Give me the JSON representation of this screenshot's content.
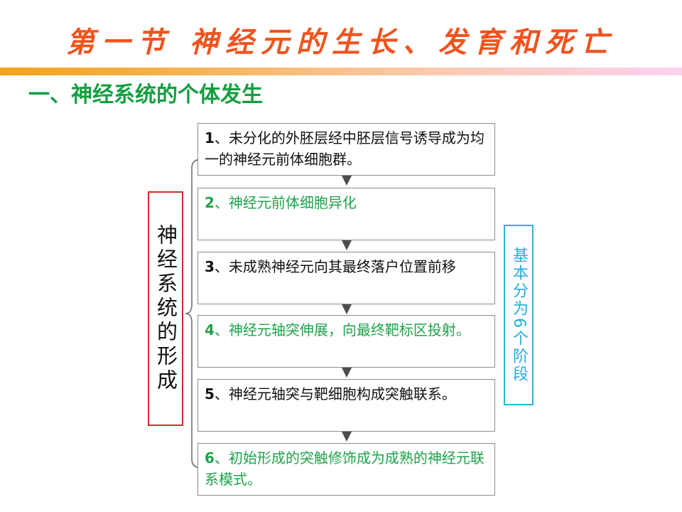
{
  "slide": {
    "title": "第一节  神经元的生长、发育和死亡",
    "section_heading": "一、神经系统的个体发生"
  },
  "diagram": {
    "left_label": "神经系统的形成",
    "right_label": "基本分为6个阶段",
    "steps": [
      {
        "num": "1",
        "text": "、未分化的外胚层经中胚层信号诱导成为均一的神经元前体细胞群。",
        "highlight": false
      },
      {
        "num": "2",
        "text": "、神经元前体细胞异化",
        "highlight": true
      },
      {
        "num": "3",
        "text": "、未成熟神经元向其最终落户位置前移",
        "highlight": false
      },
      {
        "num": "4",
        "text": "、神经元轴突伸展，向最终靶标区投射。",
        "highlight": true
      },
      {
        "num": "5",
        "text": "、神经元轴突与靶细胞构成突触联系。",
        "highlight": false
      },
      {
        "num": "6",
        "text": "、初始形成的突触修饰成为成熟的神经元联系模式。",
        "highlight": true
      }
    ]
  },
  "colors": {
    "title": "#f0531d",
    "heading": "#159e40",
    "highlight_text": "#1fa24a",
    "left_border": "#d22a2a",
    "right_border": "#2bb4d8",
    "right_text": "#22aee0",
    "arrow": "#4d4d4d"
  }
}
